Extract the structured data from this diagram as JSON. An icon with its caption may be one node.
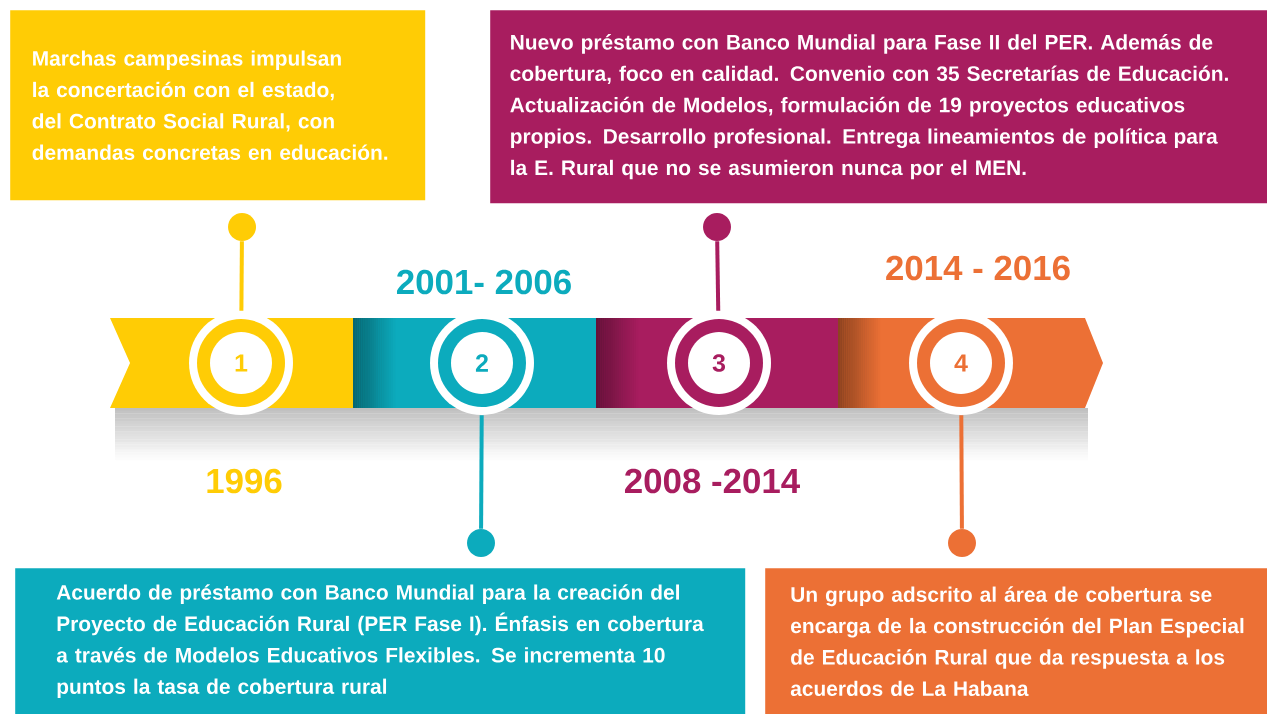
{
  "diagram": {
    "nodes": [
      {
        "text": [
          "Marchas campesinas impulsan la concertación con el estado, del Contrato Social Rural, con demandas concretas en educación."
        ]
      },
      {
        "text": [
          "Nuevo préstamo con Banco Mundial para Fase II del PER. Además de cobertura, foco en calidad. Convenio con 35 Secretarías de Educación. Actualización de Modelos, formulación de 19 proyectos educativos propios. Desarrollo profesional. Entrega lineamientos de política para la E. Rural que no se asumieron nunca por el MEN."
        ]
      },
      {
        "text": [],
        "shape": "circle"
      },
      {
        "text": [],
        "shape": "circle"
      },
      {
        "text": [
          "1"
        ]
      },
      {
        "text": [
          "2"
        ]
      },
      {
        "text": [
          "3"
        ]
      },
      {
        "text": [
          "4"
        ]
      },
      {
        "text": [],
        "shape": "circle"
      },
      {
        "text": [],
        "shape": "circle"
      },
      {
        "text": [
          "Acuerdo de préstamo con Banco Mundial para la creación del Proyecto de Educación Rural (PER Fase I). Énfasis en cobertura a través de Modelos Educativos Flexibles. Se incrementa 10 puntos la tasa de cobertura rural"
        ]
      },
      {
        "text": [
          "Un grupo adscrito al área de cobertura se encarga de la construcción del Plan Especial de Educación Rural que da respuesta a los acuerdos de La Habana"
        ]
      }
    ],
    "edges": [
      {
        "from": 4,
        "to": 2,
        "arrow": "none",
        "color": "#ffcc05"
      },
      {
        "from": 5,
        "to": 8,
        "arrow": "none",
        "color": "#0cabbd"
      },
      {
        "from": 6,
        "to": 3,
        "arrow": "none",
        "color": "#a81d5f"
      },
      {
        "from": 7,
        "to": 9,
        "arrow": "none",
        "color": "#ec7035"
      }
    ],
    "labels": [
      "2001- 2006",
      "2014 - 2016",
      "1996",
      "2008 -2014"
    ]
  }
}
